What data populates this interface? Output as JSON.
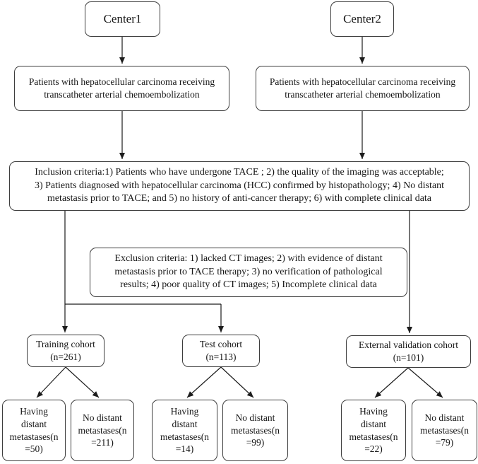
{
  "flowchart": {
    "center1": {
      "label": "Center1"
    },
    "center2": {
      "label": "Center2"
    },
    "patients_center1": {
      "label": "Patients with hepatocellular carcinoma receiving\ntranscatheter arterial chemoembolization"
    },
    "patients_center2": {
      "label": "Patients with hepatocellular carcinoma receiving\ntranscatheter arterial chemoembolization"
    },
    "inclusion_criteria": {
      "label": "Inclusion criteria:1) Patients who have undergone TACE ; 2) the quality of the imaging was acceptable;\n3) Patients diagnosed with hepatocellular carcinoma (HCC) confirmed by histopathology; 4) No distant\nmetastasis prior to TACE; and 5) no history of anti-cancer therapy; 6) with complete clinical data"
    },
    "exclusion_criteria": {
      "label": "Exclusion criteria: 1) lacked CT images; 2) with evidence of distant\nmetastasis prior to TACE therapy; 3) no verification of pathological\nresults; 4) poor quality of CT images; 5) Incomplete clinical data"
    },
    "training_cohort": {
      "label": "Training cohort\n(n=261)",
      "n": 261
    },
    "test_cohort": {
      "label": "Test cohort\n(n=113)",
      "n": 113
    },
    "external_validation_cohort": {
      "label": "External validation cohort\n(n=101)",
      "n": 101
    },
    "training_having_metastases": {
      "label": "Having\ndistant\nmetastases(n\n=50)",
      "n": 50
    },
    "training_no_metastases": {
      "label": "No distant\nmetastases(n\n=211)",
      "n": 211
    },
    "test_having_metastases": {
      "label": "Having\ndistant\nmetastases(n\n=14)",
      "n": 14
    },
    "test_no_metastases": {
      "label": "No distant\nmetastases(n\n=99)",
      "n": 99
    },
    "external_having_metastases": {
      "label": "Having\ndistant\nmetastases(n\n=22)",
      "n": 22
    },
    "external_no_metastases": {
      "label": "No distant\nmetastases(n\n=79)",
      "n": 79
    }
  },
  "colors": {
    "box_border": "#3d3d3d",
    "text": "#161616",
    "arrow": "#1c1c1c",
    "background": "#ffffff"
  }
}
